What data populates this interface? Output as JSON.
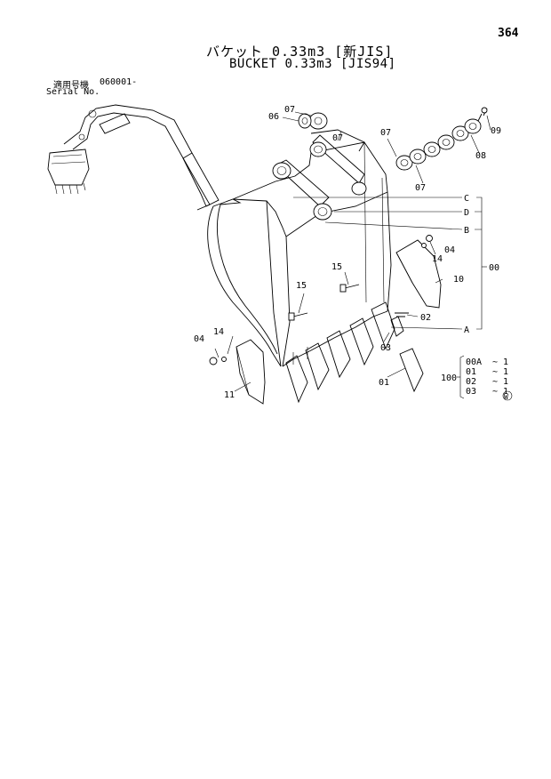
{
  "page_number": "364",
  "title_jp": "バケット 0.33m3 [新JIS]",
  "title_en": "BUCKET 0.33m3 [JIS94]",
  "serial": {
    "label_jp": "適用号機",
    "value": "060001-",
    "label_en": "Serial No."
  },
  "callouts": {
    "p01": "01",
    "p02": "02",
    "p03": "03",
    "p04_left": "04",
    "p04_right": "04",
    "p06": "06",
    "p07_a": "07",
    "p07_b": "07",
    "p07_c": "07",
    "p07_d": "07",
    "p08": "08",
    "p09": "09",
    "p10": "10",
    "p11": "11",
    "p14_left": "14",
    "p14_right": "14",
    "p15_a": "15",
    "p15_b": "15",
    "p00": "00",
    "ref_a": "A",
    "ref_b": "B",
    "ref_c": "C",
    "ref_d": "D"
  },
  "kit": {
    "number": "100",
    "items": [
      {
        "code": "00A",
        "qty": "~ 1"
      },
      {
        "code": "01",
        "qty": "~ 1"
      },
      {
        "code": "02",
        "qty": "~ 1"
      },
      {
        "code": "03",
        "qty": "~ 1"
      }
    ],
    "mark": "W"
  }
}
